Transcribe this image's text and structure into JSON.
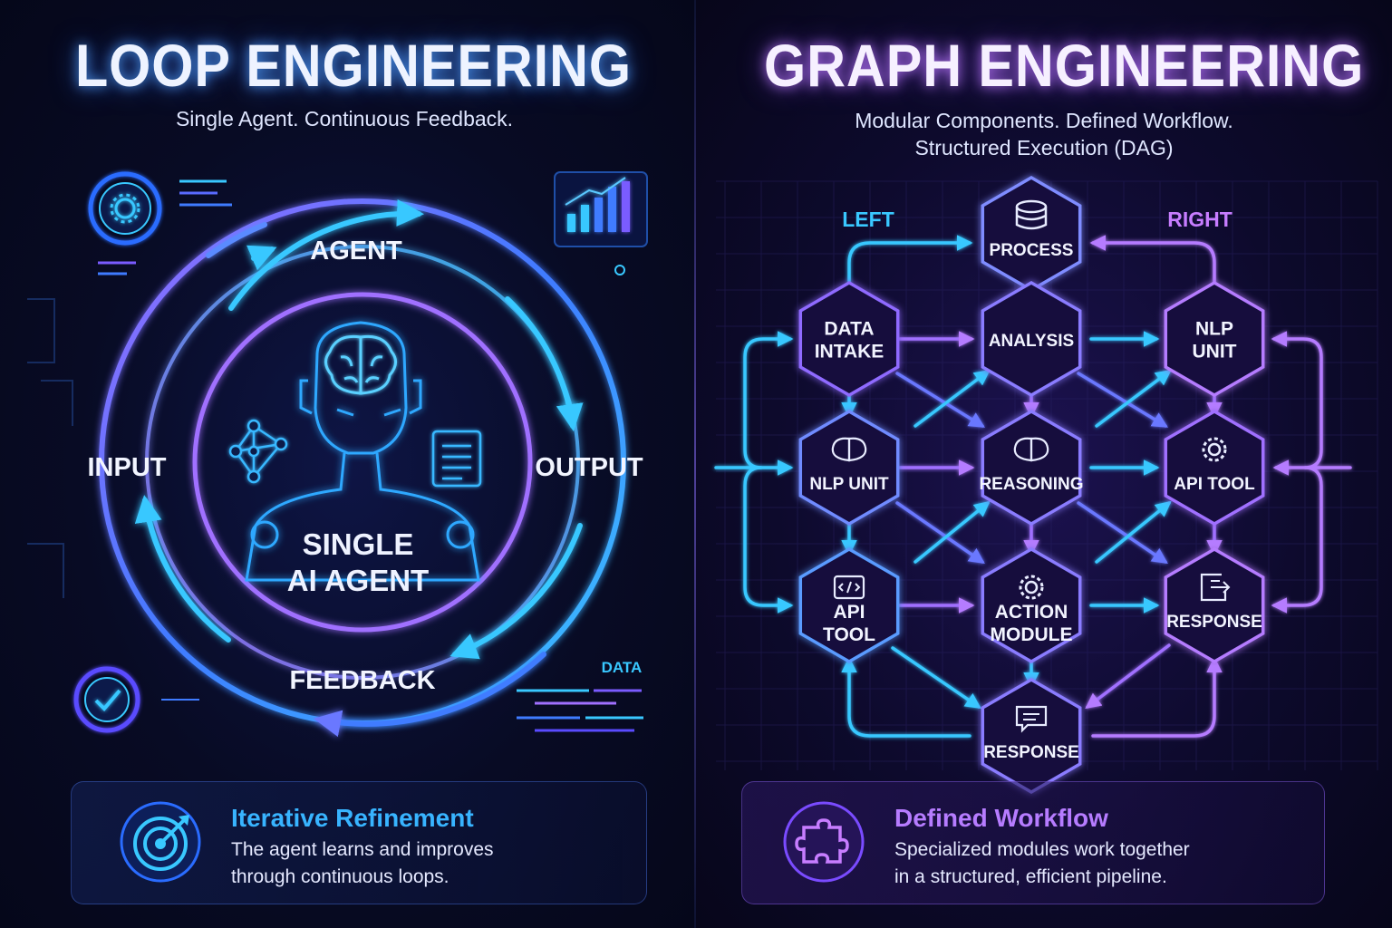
{
  "left": {
    "title": "LOOP ENGINEERING",
    "subtitle": "Single Agent. Continuous Feedback.",
    "loop_labels": {
      "top": "AGENT",
      "left": "INPUT",
      "right": "OUTPUT",
      "bottom": "FEEDBACK"
    },
    "center_label_line1": "SINGLE",
    "center_label_line2": "AI AGENT",
    "data_label": "DATA",
    "card": {
      "title": "Iterative Refinement",
      "text_line1": "The agent learns and improves",
      "text_line2": "through continuous loops."
    }
  },
  "right": {
    "title": "GRAPH ENGINEERING",
    "subtitle_line1": "Modular Components. Defined Workflow.",
    "subtitle_line2": "Structured Execution (DAG)",
    "side_labels": {
      "left": "LEFT",
      "right": "RIGHT"
    },
    "nodes": {
      "process": {
        "lines": [
          "PROCESS"
        ],
        "icon": "database-icon"
      },
      "data_intake": {
        "lines": [
          "DATA",
          "INTAKE"
        ],
        "icon": ""
      },
      "analysis": {
        "lines": [
          "ANALYSIS"
        ],
        "icon": ""
      },
      "nlp_unit_top": {
        "lines": [
          "NLP",
          "UNIT"
        ],
        "icon": ""
      },
      "nlp_unit_mid": {
        "lines": [
          "NLP UNIT"
        ],
        "icon": "brain-icon"
      },
      "reasoning": {
        "lines": [
          "REASONING"
        ],
        "icon": "brain-icon"
      },
      "api_tool_mid": {
        "lines": [
          "API TOOL"
        ],
        "icon": "gear-icon"
      },
      "api_tool_low": {
        "lines": [
          "API",
          "TOOL"
        ],
        "icon": "code-icon"
      },
      "action_module": {
        "lines": [
          "ACTION",
          "MODULE"
        ],
        "icon": "gear-icon"
      },
      "response_right": {
        "lines": [
          "RESPONSE"
        ],
        "icon": "export-icon"
      },
      "response_bottom": {
        "lines": [
          "RESPONSE"
        ],
        "icon": "chat-icon"
      }
    },
    "card": {
      "title": "Defined Workflow",
      "text_line1": "Specialized modules work together",
      "text_line2": "in a structured, efficient pipeline."
    }
  },
  "colors": {
    "cyan": "#39c8ff",
    "blue": "#3f7bff",
    "purple": "#a070ff",
    "magenta": "#c77dff",
    "background": "#070a1c"
  }
}
